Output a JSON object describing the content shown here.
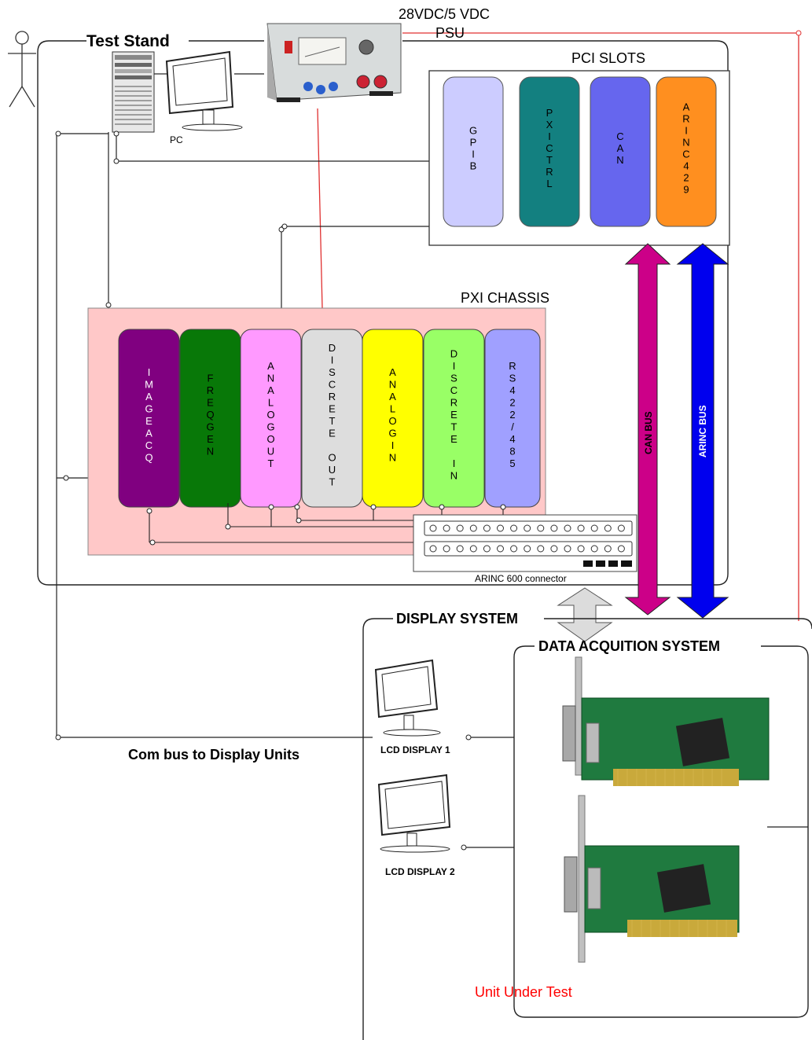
{
  "labels": {
    "test_stand": "Test Stand",
    "psu_line1": "28VDC/5 VDC",
    "psu_line2": "PSU",
    "pc": "PC",
    "pci_slots": "PCI SLOTS",
    "pxi_chassis": "PXI CHASSIS",
    "can_bus": "CAN BUS",
    "arinc_bus": "ARINC BUS",
    "arinc600": "ARINC 600 connector",
    "display_system": "DISPLAY SYSTEM",
    "daq_system": "DATA ACQUITION SYSTEM",
    "com_bus": "Com bus to Display Units",
    "lcd1": "LCD DISPLAY 1",
    "lcd2": "LCD DISPLAY 2",
    "uut": "Unit Under Test"
  },
  "pci_cards": [
    {
      "text": "GPIB",
      "color": "#ccccff"
    },
    {
      "text": "PXICTRL",
      "color": "#138080"
    },
    {
      "text": "CAN",
      "color": "#6666ee"
    },
    {
      "text": "ARINC429",
      "color": "#ff8f1f"
    }
  ],
  "pxi_cards": [
    {
      "text": "IMAGEACQ",
      "color": "#800080",
      "text_color": "#ffffff"
    },
    {
      "text": "FREQGEN",
      "color": "#087808",
      "text_color": "#000000"
    },
    {
      "text": "ANALOGOUT",
      "color": "#ff99ff",
      "text_color": "#000000"
    },
    {
      "text": "DISCRETE OUT",
      "color": "#dddddd",
      "text_color": "#000000"
    },
    {
      "text": "ANALOGIN",
      "color": "#ffff00",
      "text_color": "#000000"
    },
    {
      "text": "DISCRETE IN",
      "color": "#99ff66",
      "text_color": "#000000"
    },
    {
      "text": "RS422/485",
      "color": "#a0a0ff",
      "text_color": "#000000"
    }
  ],
  "colors": {
    "pxi_chassis_fill": "#ffc8c8",
    "can_bus_arrow": "#cc0088",
    "arinc_bus_arrow": "#0000ee",
    "power_line": "#e03030",
    "uut_text": "#ff0000"
  }
}
